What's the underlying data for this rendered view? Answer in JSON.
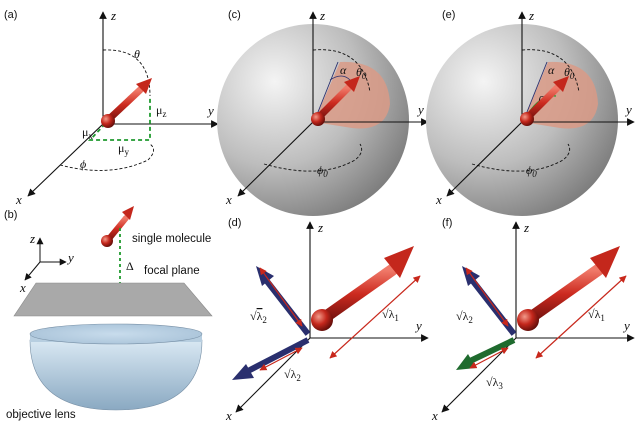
{
  "panels": {
    "a": {
      "label": "(a)",
      "axes": {
        "x": "x",
        "y": "y",
        "z": "z"
      },
      "theta": "θ",
      "phi": "ϕ",
      "mu_x": "μ",
      "mu_x_sub": "x",
      "mu_y": "μ",
      "mu_y_sub": "y",
      "mu_z": "μ",
      "mu_z_sub": "z"
    },
    "b": {
      "label": "(b)",
      "axes": {
        "x": "x",
        "y": "y",
        "z": "z"
      },
      "molecule": "single molecule",
      "delta": "Δ",
      "focal": "focal plane",
      "lens": "objective lens"
    },
    "c": {
      "label": "(c)",
      "axes": {
        "x": "x",
        "y": "y",
        "z": "z"
      },
      "alpha": "α",
      "theta0": "θ",
      "theta0_sub": "0",
      "phi0": "ϕ",
      "phi0_sub": "0"
    },
    "d": {
      "label": "(d)",
      "axes": {
        "x": "x",
        "y": "y",
        "z": "z"
      },
      "l1": "λ",
      "l1_sub": "1",
      "l2a": "λ",
      "l2a_sub": "2",
      "l2b": "λ",
      "l2b_sub": "2"
    },
    "e": {
      "label": "(e)",
      "axes": {
        "x": "x",
        "y": "y",
        "z": "z"
      },
      "alpha": "α",
      "beta": "β",
      "theta0": "θ",
      "theta0_sub": "0",
      "phi0": "ϕ",
      "phi0_sub": "0"
    },
    "f": {
      "label": "(f)",
      "axes": {
        "x": "x",
        "y": "y",
        "z": "z"
      },
      "l1": "λ",
      "l1_sub": "1",
      "l2": "λ",
      "l2_sub": "2",
      "l3": "λ",
      "l3_sub": "3"
    }
  },
  "colors": {
    "dipole": "#cc2a1f",
    "navy": "#2a2f6e",
    "green": "#1f6b2e",
    "cone": "#d99a86",
    "dashedGreen": "#1f9a2e"
  }
}
